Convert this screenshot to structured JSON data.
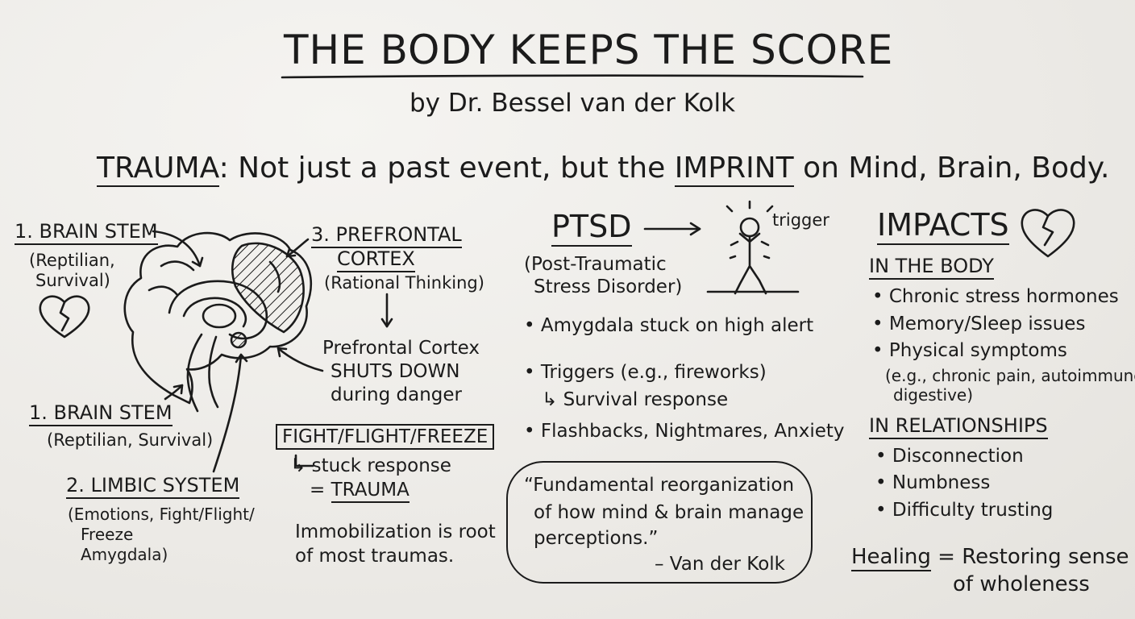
{
  "title": "THE BODY KEEPS THE SCORE",
  "author": "by Dr. Bessel van der Kolk",
  "definition": {
    "keyword": "TRAUMA",
    "text_1": ": Not just a past event, but the ",
    "emphasis": "IMPRINT",
    "text_2": " on Mind, Brain, Body."
  },
  "brain": {
    "stem_top": {
      "label": "1. BRAIN STEM",
      "sub_1": "(Reptilian,",
      "sub_2": "Survival)"
    },
    "stem_bottom": {
      "label": "1. BRAIN STEM",
      "sub": "(Reptilian, Survival)"
    },
    "limbic": {
      "label": "2. LIMBIC SYSTEM",
      "sub_1": "(Emotions, Fight/Flight/",
      "sub_2": "Freeze",
      "sub_3": "Amygdala)"
    },
    "prefrontal": {
      "label_1": "3. PREFRONTAL",
      "label_2": "CORTEX",
      "sub": "(Rational Thinking)"
    },
    "shutdown": {
      "line_1": "Prefrontal Cortex",
      "line_2": "SHUTS DOWN",
      "line_3": "during danger"
    }
  },
  "response": {
    "box": "FIGHT/FLIGHT/FREEZE",
    "stuck": "↳ stuck response",
    "equals": "= ",
    "trauma": "TRAUMA",
    "note_1": "Immobilization is root",
    "note_2": "of most traumas."
  },
  "ptsd": {
    "title": "PTSD",
    "trigger_label": "trigger",
    "full_1": "(Post-Traumatic",
    "full_2": "Stress Disorder)",
    "bullet_1": "• Amygdala stuck on high alert",
    "bullet_2": "• Triggers (e.g., fireworks)",
    "bullet_2_sub": "↳ Survival response",
    "bullet_3": "• Flashbacks, Nightmares, Anxiety"
  },
  "quote": {
    "line_1": "“Fundamental reorganization",
    "line_2": "of how mind & brain manage",
    "line_3": "perceptions.”",
    "attribution": "– Van der Kolk"
  },
  "impacts": {
    "title": "IMPACTS",
    "body_heading": "IN THE BODY",
    "body_items": [
      "• Chronic stress hormones",
      "• Memory/Sleep issues",
      "• Physical symptoms"
    ],
    "body_note_1": "(e.g., chronic pain, autoimmune,",
    "body_note_2": "digestive)",
    "rel_heading": "IN RELATIONSHIPS",
    "rel_items": [
      "• Disconnection",
      "• Numbness",
      "• Difficulty trusting"
    ],
    "healing": "Healing",
    "healing_eq": " = Restoring sense",
    "healing_2": "of wholeness"
  },
  "icons": {
    "heart_left": "broken-heart-icon",
    "heart_right": "broken-heart-icon",
    "figure": "stressed-person-icon",
    "brain": "brain-diagram"
  },
  "ink_color": "#1b1b1b"
}
